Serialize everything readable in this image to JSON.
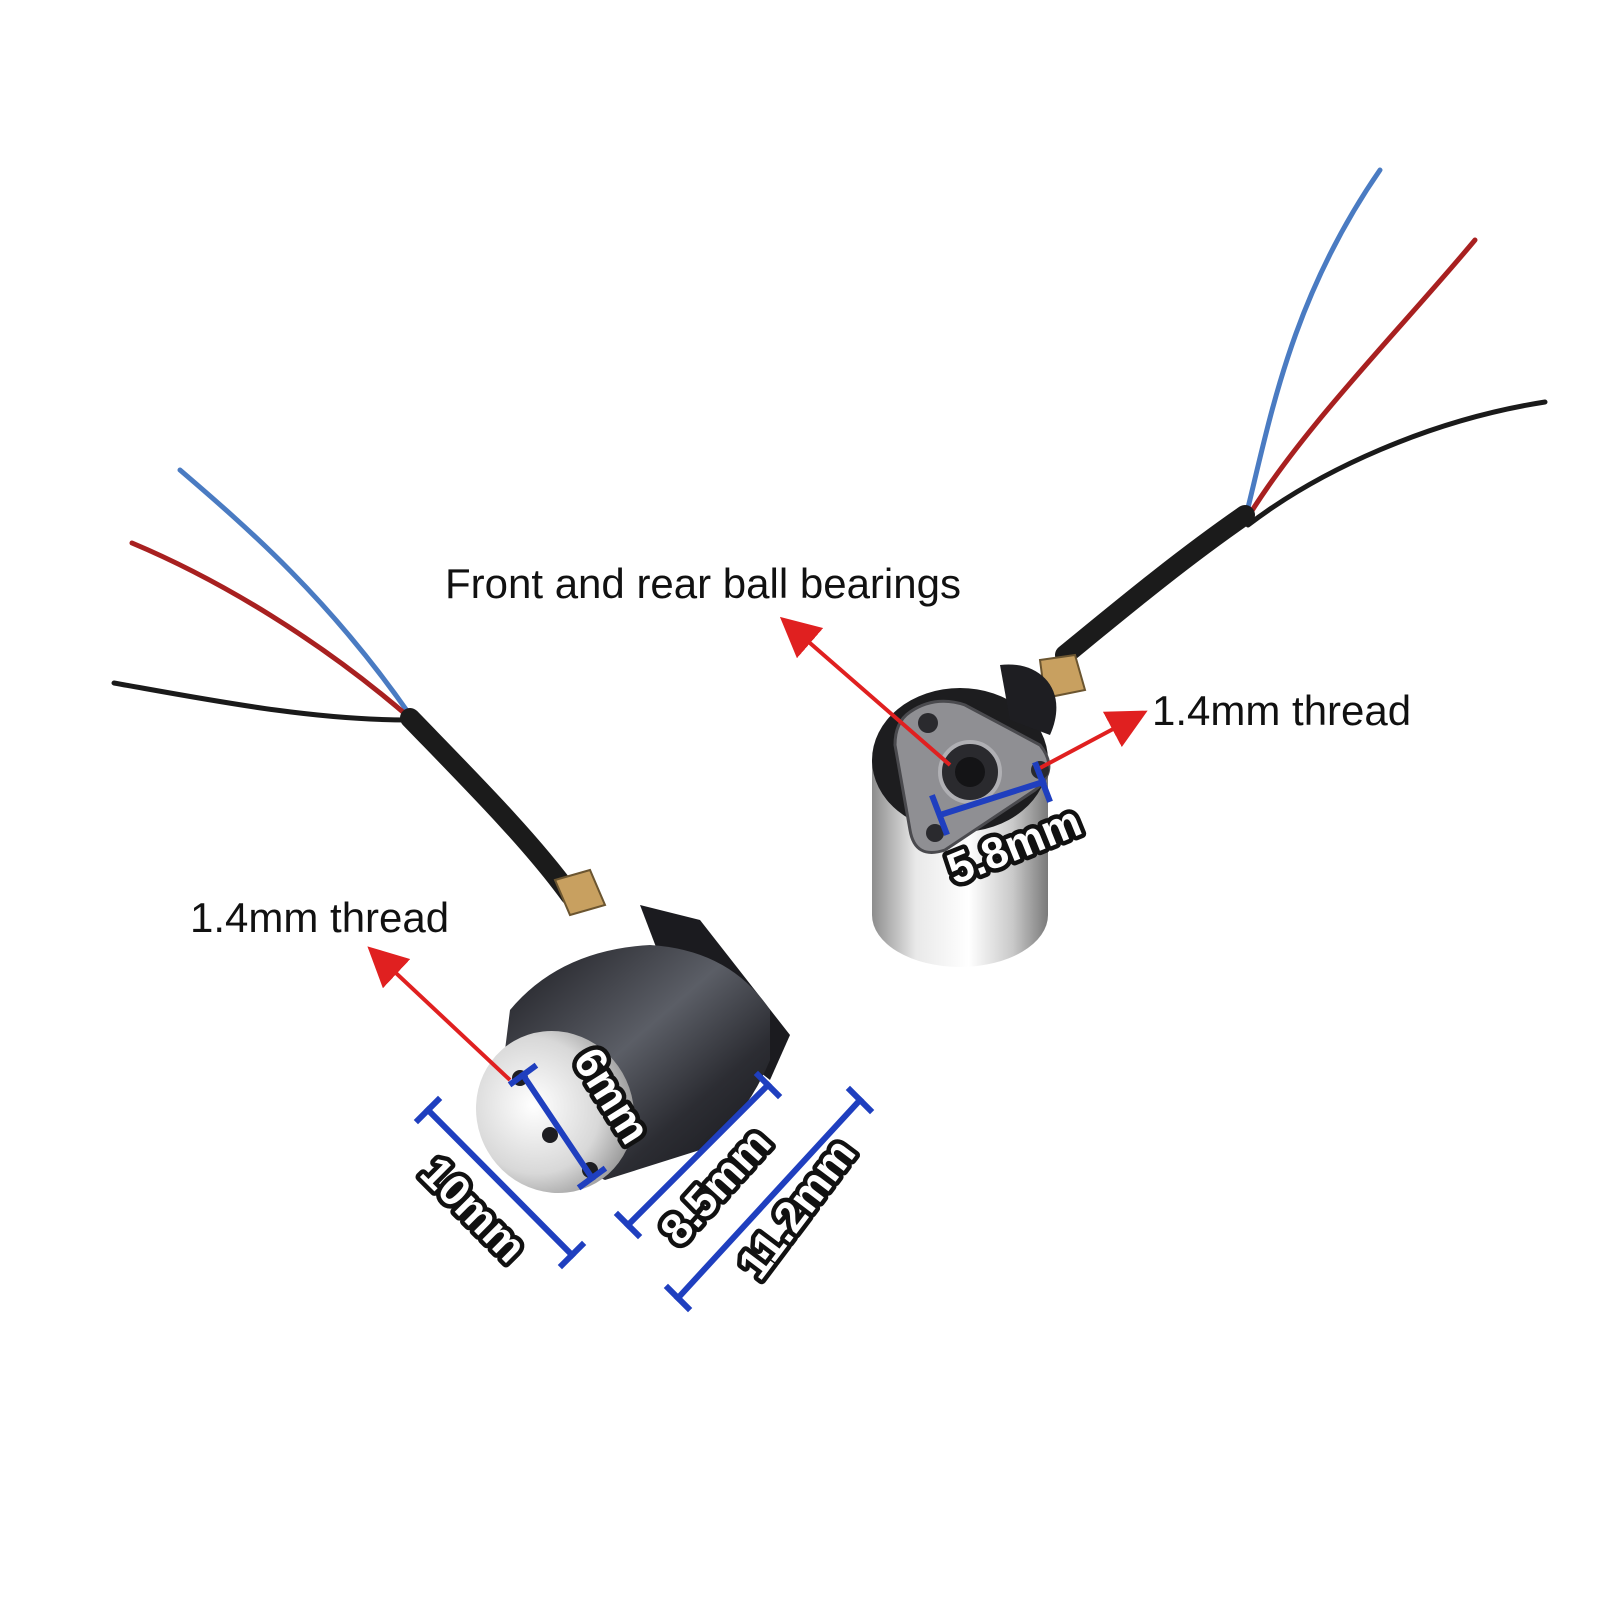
{
  "annotations": {
    "bearings_label": "Front and rear ball bearings",
    "thread_label_right": "1.4mm thread",
    "thread_label_left": "1.4mm thread"
  },
  "dimensions": {
    "hole_spacing_right": "5.8mm",
    "hole_spacing_left": "6mm",
    "diameter": "10mm",
    "body_length": "8.5mm",
    "total_length": "11.2mm"
  },
  "colors": {
    "arrow": "#e02020",
    "dimension_line": "#1f3fbf",
    "wire_blue": "#4a7bc2",
    "wire_red": "#a82020",
    "wire_black": "#1a1a1a"
  }
}
